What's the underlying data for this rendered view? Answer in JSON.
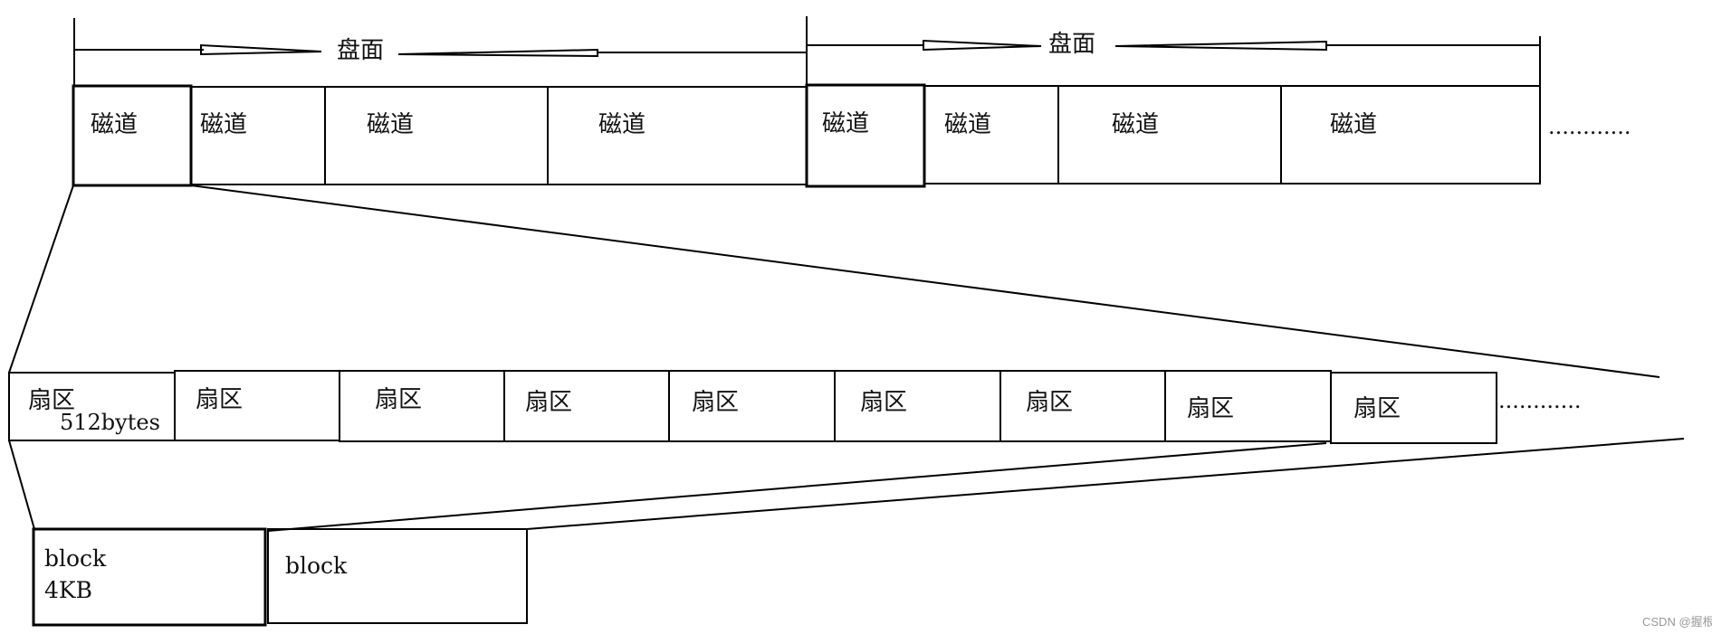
{
  "platter_label": "盘面",
  "track_label": "磁道",
  "sector_label": "扇区",
  "sector_size": "512bytes",
  "block_label": "block",
  "block_size": "4KB",
  "ellipsis": "............",
  "watermark": "CSDN @握根"
}
